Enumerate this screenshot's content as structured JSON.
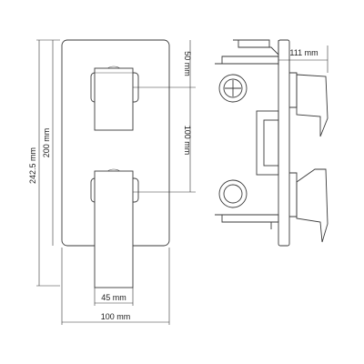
{
  "dimensions": {
    "front_plate_height": "242.5 mm",
    "knob_spacing": "200 mm",
    "upper_knob_offset": "50 mm",
    "lower_knob_offset": "100 mm",
    "handle_width": "45 mm",
    "plate_width": "100 mm",
    "side_depth": "111 mm"
  }
}
